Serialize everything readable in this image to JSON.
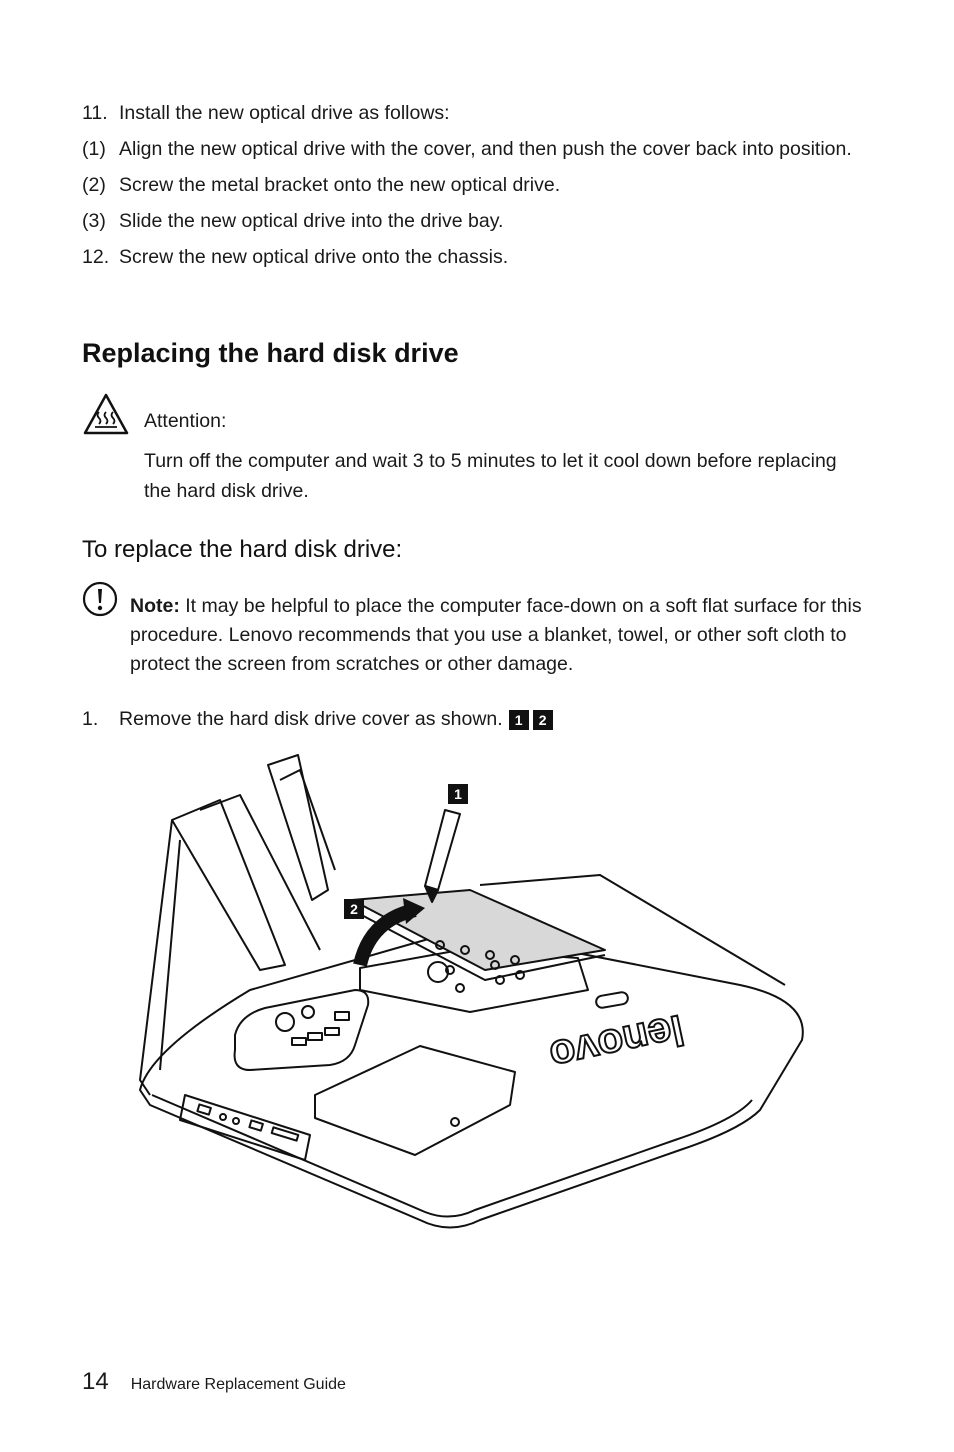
{
  "steps": [
    {
      "num": "11.",
      "text": "Install the new optical drive as follows:"
    },
    {
      "num": "(1)",
      "text": "Align the new optical drive with the cover, and then push the cover back into position."
    },
    {
      "num": "(2)",
      "text": "Screw the metal bracket onto the new optical drive."
    },
    {
      "num": "(3)",
      "text": "Slide the new optical drive into the drive bay."
    },
    {
      "num": "12.",
      "text": "Screw the new optical drive onto the chassis."
    }
  ],
  "section_title": "Replacing the hard disk drive",
  "attention": {
    "title": "Attention:",
    "text": "Turn off the computer and wait 3 to 5 minutes to let it cool down before replacing the hard disk drive."
  },
  "subsection_title": "To replace the hard disk drive:",
  "note": {
    "label": "Note:",
    "text": " It may be helpful to place the computer face-down on a soft flat surface for this procedure. Lenovo recommends that you use a blanket, towel, or other soft cloth to protect the screen from scratches or other damage."
  },
  "step1": {
    "num": "1.",
    "text": "Remove the hard disk drive cover as shown.",
    "badge1": "1",
    "badge2": "2"
  },
  "illustration": {
    "callout1": "1",
    "callout2": "2",
    "logo": "lenovo"
  },
  "footer": {
    "page": "14",
    "guide": "Hardware Replacement Guide"
  }
}
